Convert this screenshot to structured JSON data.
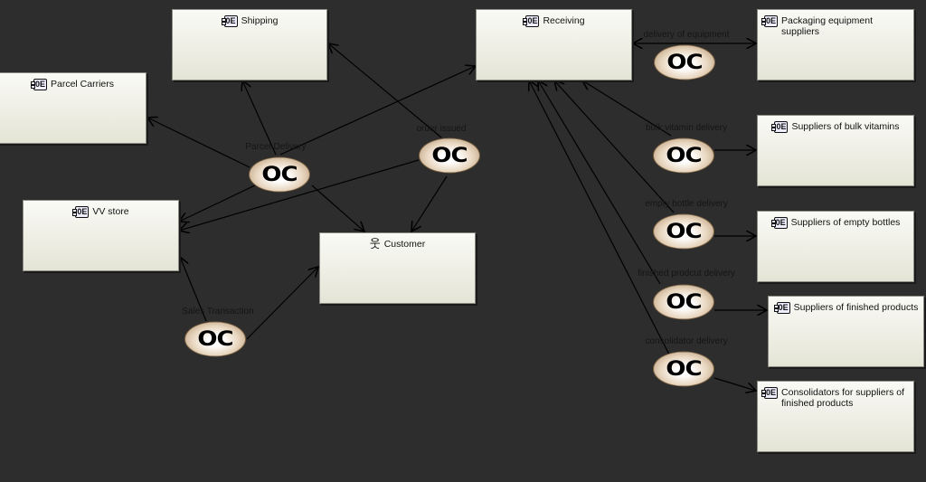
{
  "icons": {
    "component": "component-icon",
    "component_glyph": "0E",
    "actor": "actor-icon",
    "actor_glyph": "웃",
    "occurrence": "oc-ellipse",
    "occurrence_glyph": "OC"
  },
  "nodes": {
    "shipping": "Shipping",
    "receiving": "Receiving",
    "packaging": "Packaging equipment suppliers",
    "parcel_carriers": "Parcel Carriers",
    "bulk_vitamins": "Suppliers of bulk vitamins",
    "vv_store": "VV store",
    "customer": "Customer",
    "empty_bottles": "Suppliers of empty bottles",
    "finished_products": "Suppliers of finished products",
    "consolidators": "Consolidators for suppliers of finished products"
  },
  "events": {
    "parcel_delivery": "Parcel Delivery",
    "order_issued": "order issued",
    "sales_transaction": "Sales Transaction",
    "delivery_of_equipment": "delivery of equipment",
    "bulk_vitamin_delivery": "bulk vitamin delivery",
    "empty_bottle_delivery": "empty bottle delivery",
    "finished_product_delivery": "finished prodcut delivery",
    "consolidator_delivery": "consolidator delivery"
  }
}
